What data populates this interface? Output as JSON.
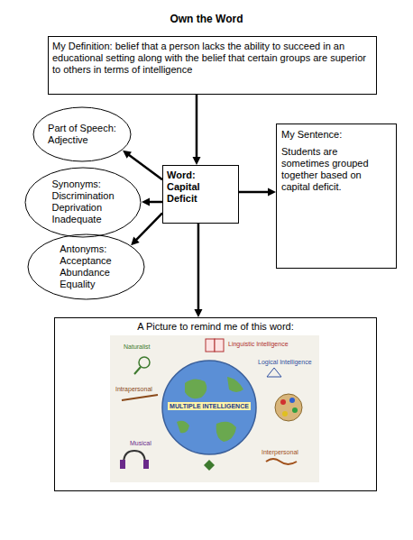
{
  "diagram": {
    "title": "Own the Word",
    "nodes": [
      {
        "text": [
          "My Definition: belief that a person lacks the ability to succeed in an educational setting along with the belief that certain groups are superior to others in terms of intelligence"
        ]
      },
      {
        "text": [
          "Part of Speech:",
          "Adjective"
        ]
      },
      {
        "text": [
          "My Sentence:",
          "Students are sometimes grouped together based on capital deficit."
        ]
      },
      {
        "text": [
          "Word: Capital Deficit"
        ]
      },
      {
        "text": [
          "Synonyms:",
          "Discrimination",
          "Deprivation",
          "Inadequate"
        ]
      },
      {
        "text": [
          "Antonyms:",
          "Acceptance",
          "Abundance",
          "Equality"
        ]
      },
      {
        "text": [
          "A Picture to remind me of this word:"
        ]
      }
    ],
    "edges": [
      {
        "from": 0,
        "to": 3,
        "arrow": "to"
      },
      {
        "from": 3,
        "to": 1,
        "arrow": "to"
      },
      {
        "from": 3,
        "to": 4,
        "arrow": "to"
      },
      {
        "from": 3,
        "to": 5,
        "arrow": "to"
      },
      {
        "from": 3,
        "to": 2,
        "arrow": "to"
      },
      {
        "from": 3,
        "to": 6,
        "arrow": "to"
      }
    ],
    "labels": [
      "Naturalist",
      "Linguistic Intelligence",
      "Logical Intelligence",
      "Intrapersonal",
      "MULTIPLE INTELLIGENCE",
      "Musical",
      "Interpersonal"
    ]
  }
}
